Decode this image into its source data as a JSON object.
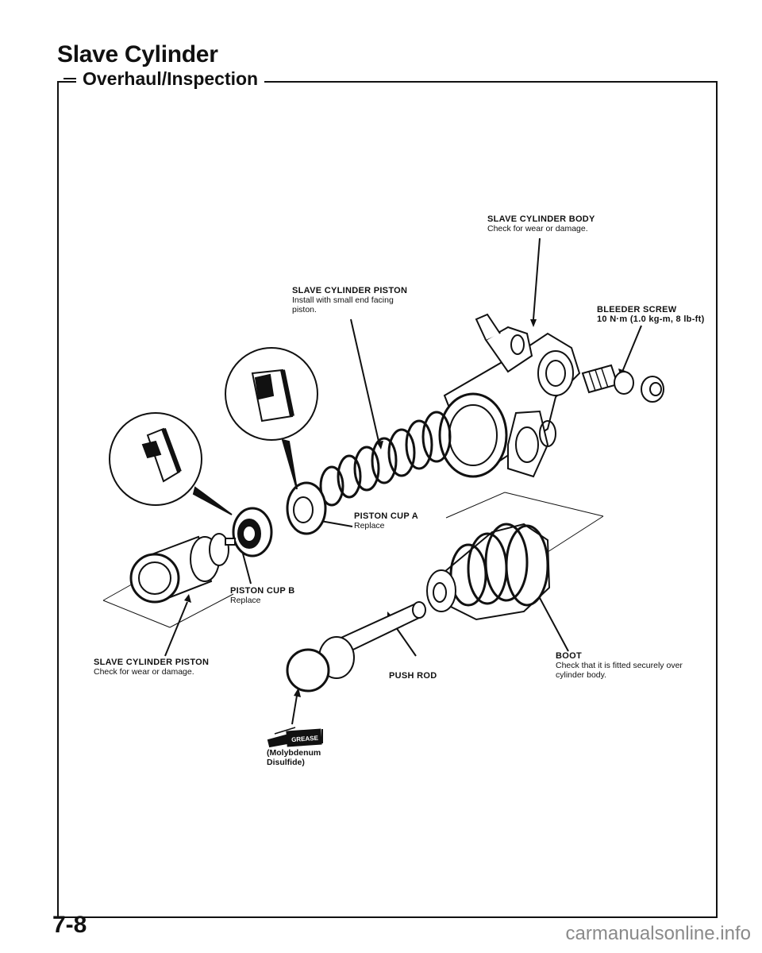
{
  "page": {
    "title": "Slave Cylinder",
    "subtitle": "Overhaul/Inspection",
    "page_number": "7-8",
    "watermark": "carmanualsonline.info"
  },
  "labels": {
    "slave_cylinder_body": {
      "heading": "SLAVE CYLINDER BODY",
      "note": "Check for wear or damage."
    },
    "slave_cylinder_piston_top": {
      "heading": "SLAVE CYLINDER PISTON",
      "note": "Install with small end facing piston."
    },
    "bleeder_screw": {
      "heading": "BLEEDER SCREW",
      "note": "10 N·m (1.0 kg-m, 8 lb-ft)"
    },
    "piston_cup_a": {
      "heading": "PISTON CUP A",
      "note": "Replace"
    },
    "piston_cup_b": {
      "heading": "PISTON CUP B",
      "note": "Replace"
    },
    "slave_cylinder_piston_bottom": {
      "heading": "SLAVE CYLINDER PISTON",
      "note": "Check for wear or damage."
    },
    "push_rod": {
      "heading": "PUSH ROD"
    },
    "boot": {
      "heading": "BOOT",
      "note": "Check that it is fitted securely over cylinder body."
    },
    "grease": {
      "badge": "GREASE",
      "note": "(Molybdenum Disulfide)"
    }
  }
}
